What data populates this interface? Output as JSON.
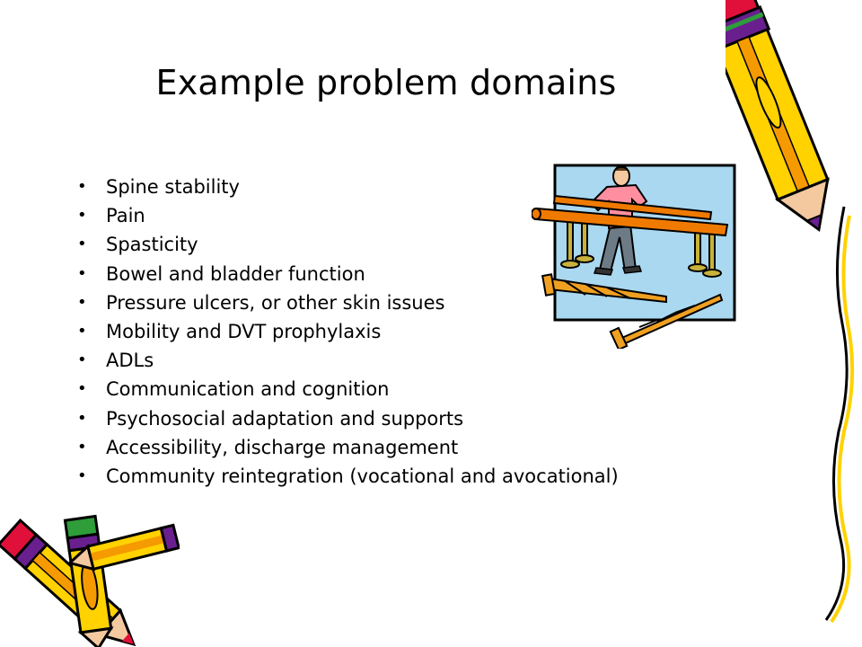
{
  "slide": {
    "title": "Example problem domains",
    "bullets": [
      "Spine stability",
      "Pain",
      "Spasticity",
      "Bowel and bladder function",
      "Pressure ulcers, or other skin issues",
      "Mobility and DVT prophylaxis",
      "ADLs",
      "Communication and cognition",
      "Psychosocial adaptation and supports",
      "Accessibility, discharge management",
      "Community reintegration (vocational and avocational)"
    ],
    "bullet_glyph": "•"
  },
  "icons": {
    "clipart": "rehab-parallel-bars-clipart",
    "pencil_right": "pencil-icon",
    "pencils_bottom": "crossed-pencils-icon"
  },
  "colors": {
    "pencil_yellow": "#ffd200",
    "pencil_orange": "#f59a00",
    "pencil_pink": "#e0103a",
    "pencil_purple": "#6a1f8f",
    "pencil_green": "#2e9d3a",
    "clipart_bg": "#a9d8f0",
    "bar_orange": "#f07a00",
    "shirt_pink": "#ff8fa0",
    "pants_gray": "#6d7b86"
  }
}
